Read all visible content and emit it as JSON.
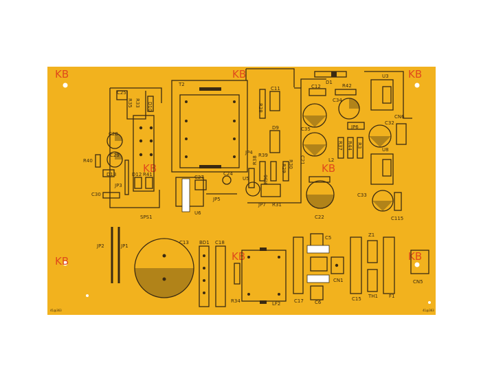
{
  "board": {
    "color": "#f2b21e",
    "silk_color": "#3a2a12",
    "logo_color": "#e04a1c",
    "logo_text": "KB",
    "small_codes": [
      "41@363",
      "41@363"
    ]
  },
  "labels": {
    "T2": "T2",
    "C11": "C11",
    "R28": "R28",
    "D9": "D9",
    "JP4": "JP4",
    "R39": "R39",
    "R38": "R38",
    "R29": "R29",
    "R30": "R30",
    "C24": "C24",
    "C27": "C27",
    "U5": "U5",
    "R36": "R36",
    "JP5": "JP5",
    "JP7": "JP7",
    "R31": "R31",
    "U6": "U6",
    "SPS1": "SPS1",
    "C25": "C25",
    "R35": "R35",
    "R33": "R33",
    "D10": "D10",
    "C28": "C28",
    "C29": "C29",
    "R40": "R40",
    "D13": "D13",
    "D12": "D12",
    "R41": "R41",
    "JP3": "JP3",
    "C30": "C30",
    "D1": "D1",
    "C12": "C12",
    "R42": "R42",
    "C34": "C34",
    "U3": "U3",
    "CN6": "CN6",
    "C35": "C35",
    "JP6": "JP6",
    "C32": "C32",
    "R37": "R37",
    "R44": "R44",
    "R3": "R3",
    "U8": "U8",
    "C21": "C21",
    "L2": "L2",
    "C22": "C22",
    "C33": "C33",
    "C115": "C115",
    "JP2": "JP2",
    "JP1": "JP1",
    "C13": "C13",
    "BD1": "BD1",
    "C18": "C18",
    "R34": "R34",
    "LF2": "LF2",
    "C17": "C17",
    "C5": "C5",
    "C6": "C6",
    "CN1": "CN1",
    "C15": "C15",
    "Z1": "Z1",
    "TH1": "TH1",
    "F1": "F1",
    "CN5": "CN5"
  }
}
